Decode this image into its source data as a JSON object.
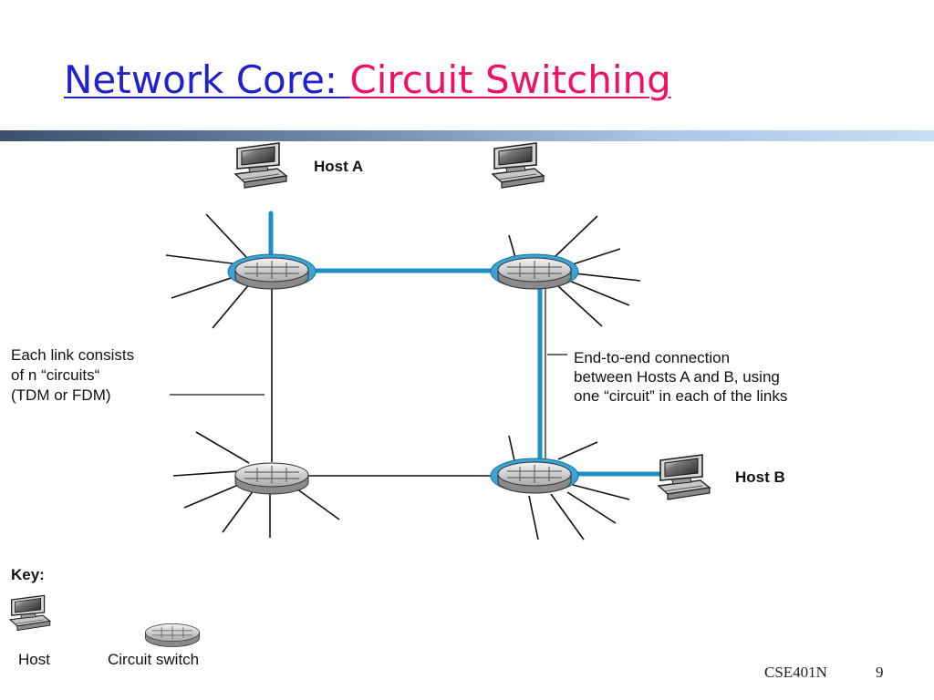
{
  "title": {
    "part1": "Network Core: ",
    "part2": "Circuit Switching"
  },
  "diagram": {
    "host_a_label": "Host A",
    "host_b_label": "Host B",
    "left_note": [
      "Each link consists",
      "of n “circuits“",
      "(TDM or FDM)"
    ],
    "right_note": [
      "End-to-end connection",
      "between Hosts A and B, using",
      "one “circuit” in each of the links"
    ],
    "key_label": "Key:",
    "key_host": "Host",
    "key_switch": "Circuit switch"
  },
  "colors": {
    "title_blue": "#2222cc",
    "title_pink": "#ee1166",
    "circuit": "#1d8fc4",
    "link": "#111111"
  },
  "footer": {
    "course": "CSE401N",
    "page": "9"
  }
}
